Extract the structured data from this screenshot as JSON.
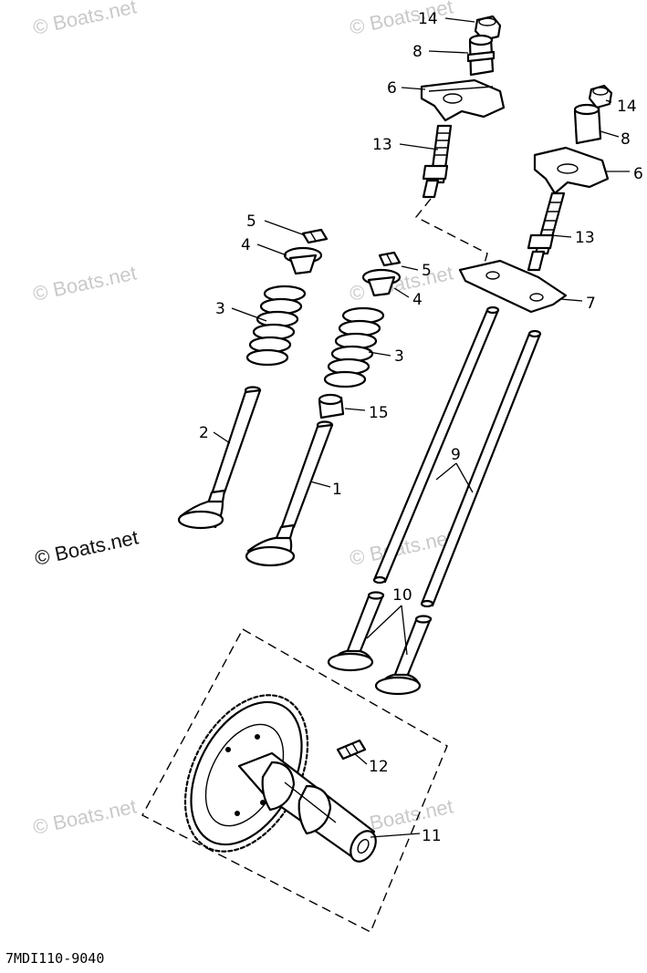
{
  "diagram": {
    "figure_code": "7MDI110-9040",
    "watermarks": {
      "faint": "© Boats.net",
      "dark": "© Boats.net"
    },
    "callouts": {
      "c1": "1",
      "c2": "2",
      "c3a": "3",
      "c3b": "3",
      "c4a": "4",
      "c4b": "4",
      "c5a": "5",
      "c5b": "5",
      "c6a": "6",
      "c6b": "6",
      "c7": "7",
      "c8a": "8",
      "c8b": "8",
      "c9": "9",
      "c10": "10",
      "c11": "11",
      "c12": "12",
      "c13a": "13",
      "c13b": "13",
      "c14a": "14",
      "c14b": "14",
      "c15": "15"
    }
  }
}
